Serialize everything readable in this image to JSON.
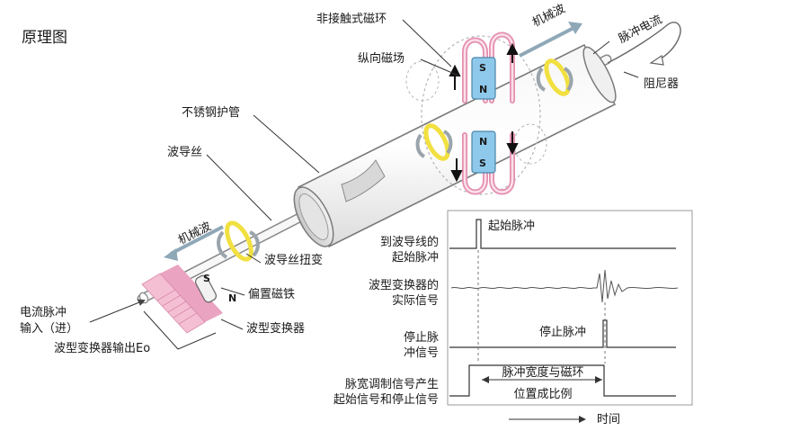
{
  "title": "原理图",
  "labels": {
    "non_contact_magnet": "非接触式磁环",
    "longitudinal_field": "纵向磁场",
    "mechanical_wave_right": "机械波",
    "pulse_current": "脉冲电流",
    "damper": "阻尼器",
    "stainless_tube": "不锈钢护管",
    "waveguide_wire": "波导丝",
    "mechanical_wave_left": "机械波",
    "wire_twist": "波导丝扭变",
    "bias_magnet": "偏置磁铁",
    "transducer": "波型变换器",
    "current_input_line1": "电流脉冲",
    "current_input_line2": "输入（进）",
    "transducer_output": "波型变换器输出Eo"
  },
  "magnet_poles": {
    "upper_top": "S",
    "upper_bottom": "N",
    "lower_top": "N",
    "lower_bottom": "S",
    "bias_s": "S",
    "bias_n": "N"
  },
  "timing": {
    "start_pulse": "起始脉冲",
    "row1_line1": "到波导线的",
    "row1_line2": "起始脉冲",
    "row2_line1": "波型变换器的",
    "row2_line2": "实际信号",
    "stop_pulse": "停止脉冲",
    "row3_line1": "停止脉",
    "row3_line2": "冲信号",
    "row4_line1": "脉宽调制信号产生",
    "row4_line2": "起始信号和停止信号",
    "width_line1": "脉冲宽度与磁环",
    "width_line2": "位置成比例",
    "time_axis": "时间"
  },
  "colors": {
    "tube_outline": "#7a7a7a",
    "ring_yellow": "#f4e34a",
    "magnet_pink": "#f2a9c4",
    "magnet_blue": "#8ec9ec",
    "transducer_pink": "#f5bfd3",
    "wave_arrow": "#8fa8b8"
  }
}
